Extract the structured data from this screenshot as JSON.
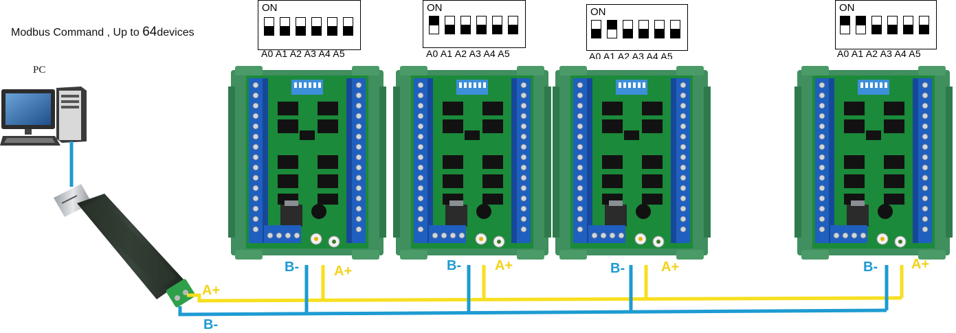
{
  "title": {
    "text": "Modbus Command , Up to ",
    "count": "64",
    "suffix": "devices"
  },
  "pc": {
    "label": "PC"
  },
  "switch": {
    "on_label": "ON",
    "addresses": [
      "A0",
      "A1",
      "A2",
      "A3",
      "A4",
      "A5"
    ]
  },
  "dips": [
    {
      "states": [
        "down",
        "down",
        "down",
        "down",
        "down",
        "down"
      ]
    },
    {
      "states": [
        "up",
        "down",
        "down",
        "down",
        "down",
        "down"
      ]
    },
    {
      "states": [
        "down",
        "up",
        "down",
        "down",
        "down",
        "down"
      ]
    },
    {
      "states": [
        "up",
        "up",
        "down",
        "down",
        "down",
        "down"
      ]
    }
  ],
  "wire_labels": {
    "b_minus": "B-",
    "a_plus": "A+"
  },
  "colors": {
    "wire_a": "#f7df1f",
    "wire_b": "#1e9bd2",
    "din_rail": "#3f8f5f",
    "pcb": "#1b8a3a",
    "terminal": "#1f5fbf",
    "usb_body": "#2a332c"
  }
}
